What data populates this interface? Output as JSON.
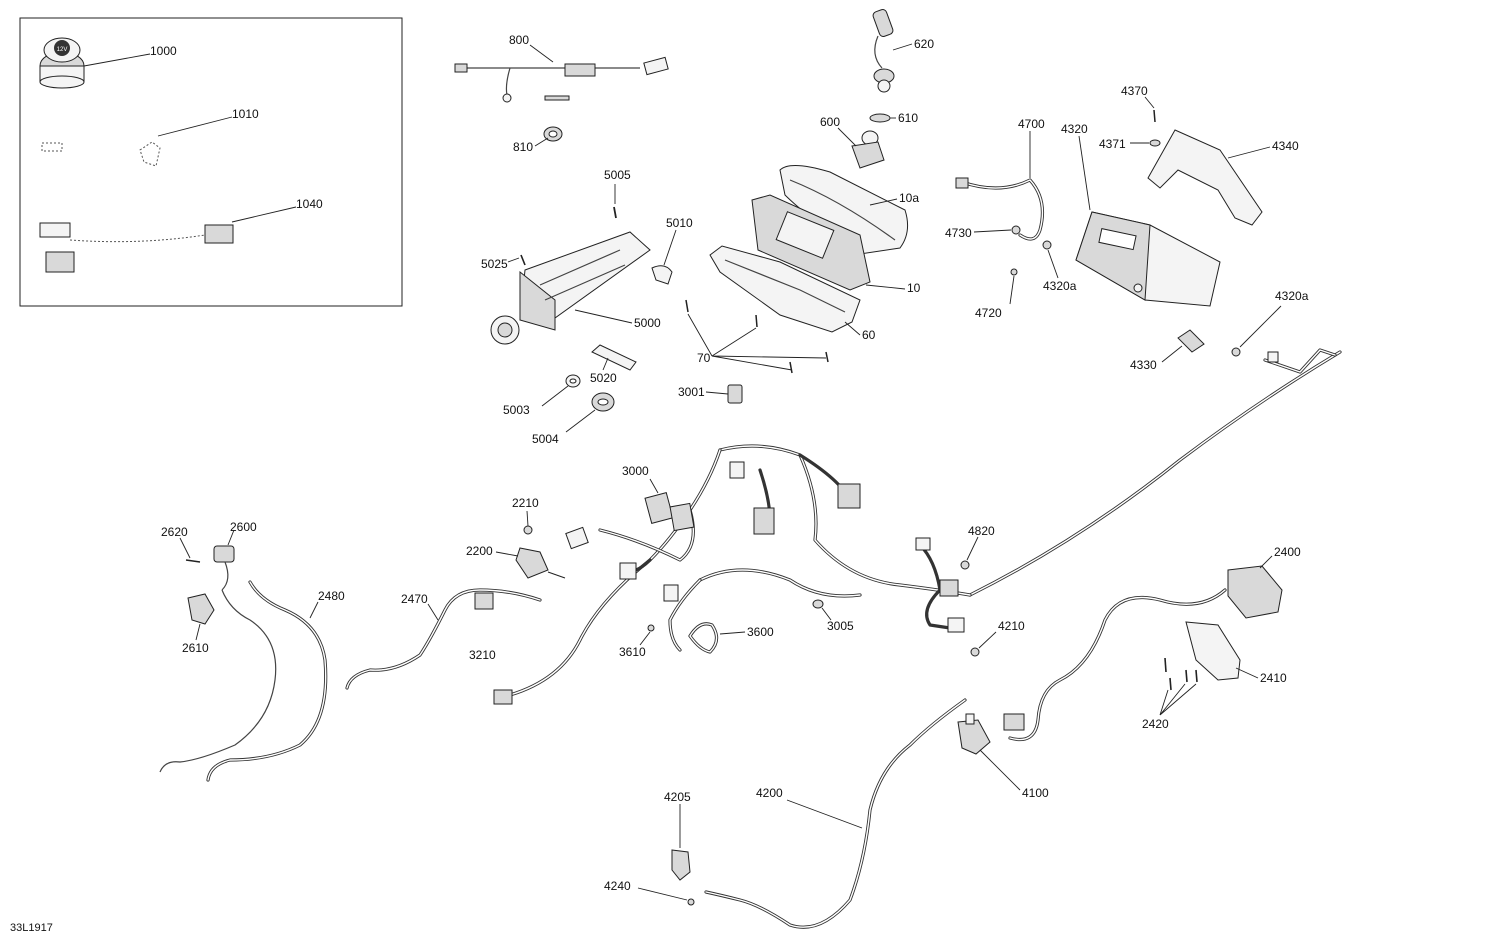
{
  "diagram_ref": "33L1917",
  "inset_icon_text": "12V",
  "labels": {
    "p1000": "1000",
    "p1010": "1010",
    "p1040": "1040",
    "p800": "800",
    "p810": "810",
    "p620": "620",
    "p610": "610",
    "p600": "600",
    "p5005": "5005",
    "p5010": "5010",
    "p5025": "5025",
    "p5000": "5000",
    "p5020": "5020",
    "p5003": "5003",
    "p5004": "5004",
    "p10a": "10a",
    "p10": "10",
    "p60": "60",
    "p70": "70",
    "p3001": "3001",
    "p4700": "4700",
    "p4730": "4730",
    "p4720": "4720",
    "p4320": "4320",
    "p4320a_1": "4320a",
    "p4320a_2": "4320a",
    "p4370": "4370",
    "p4371": "4371",
    "p4340": "4340",
    "p4330": "4330",
    "p3000": "3000",
    "p2210": "2210",
    "p2200": "2200",
    "p2620": "2620",
    "p2600": "2600",
    "p2610": "2610",
    "p2480": "2480",
    "p2470": "2470",
    "p3210": "3210",
    "p3610": "3610",
    "p3600": "3600",
    "p3005": "3005",
    "p4820": "4820",
    "p4210": "4210",
    "p2400": "2400",
    "p2410": "2410",
    "p2420": "2420",
    "p4100": "4100",
    "p4200": "4200",
    "p4205": "4205",
    "p4240": "4240"
  }
}
